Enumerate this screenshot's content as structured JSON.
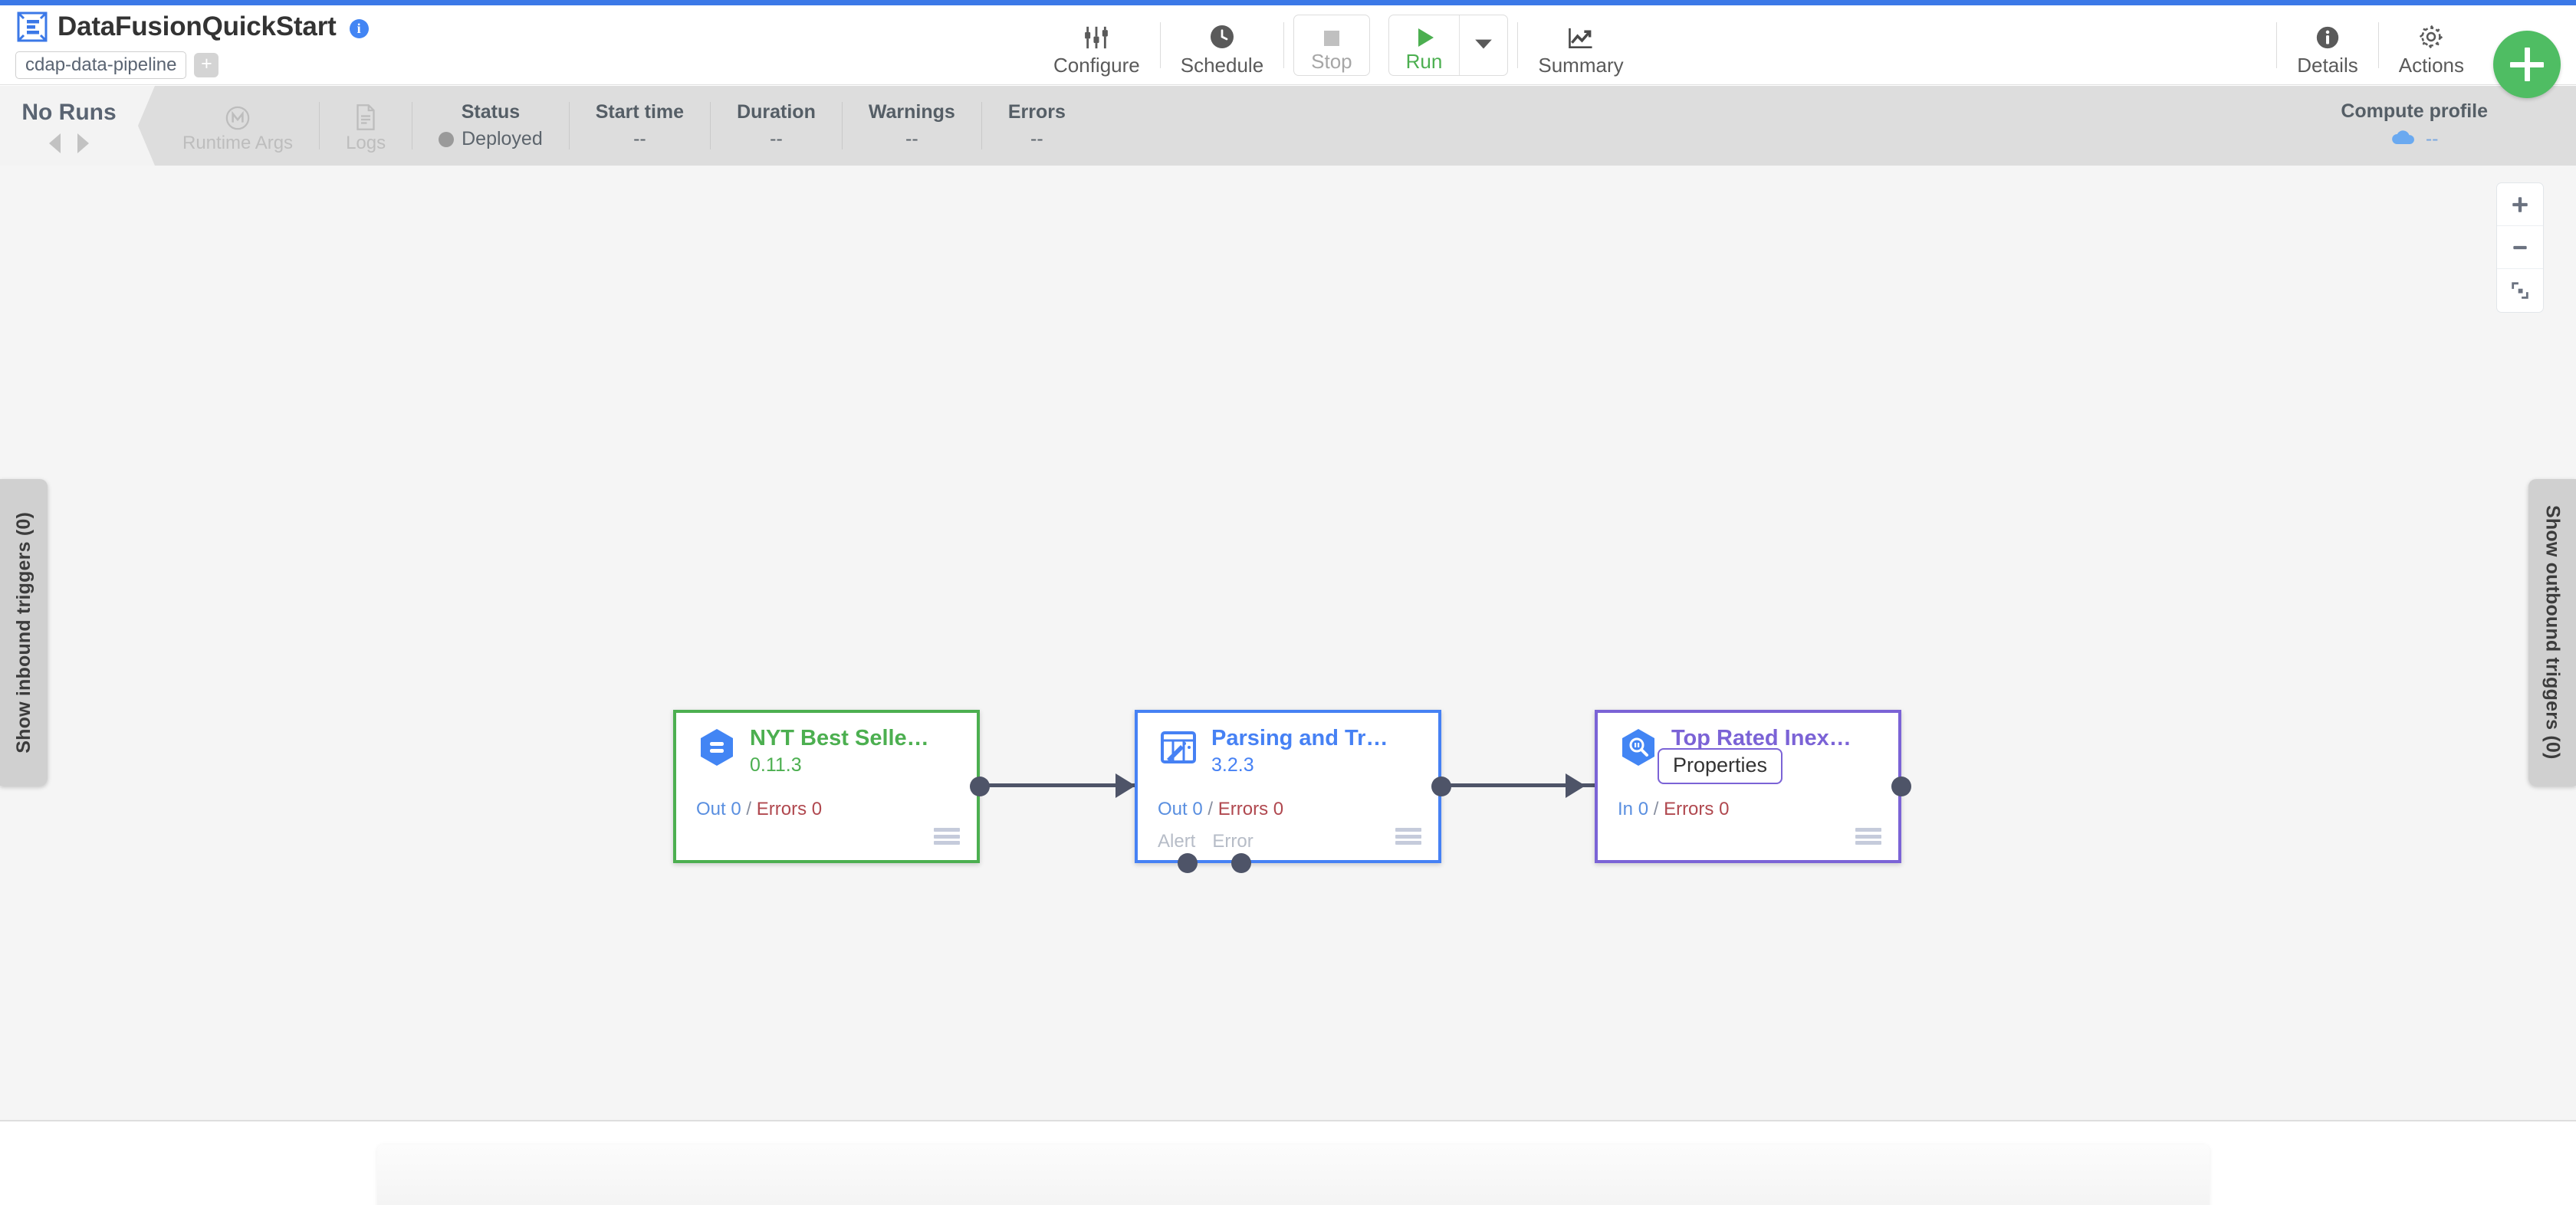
{
  "app": {
    "title": "DataFusionQuickStart",
    "pipeline_type": "cdap-data-pipeline",
    "add_tag_label": "+",
    "info_glyph": "i",
    "accent_color": "#3b78e7",
    "fab_label": "+"
  },
  "toolbar": {
    "configure": {
      "label": "Configure",
      "icon": "sliders-icon"
    },
    "schedule": {
      "label": "Schedule",
      "icon": "clock-icon"
    },
    "stop": {
      "label": "Stop",
      "icon": "stop-square-icon",
      "disabled": true
    },
    "run": {
      "label": "Run",
      "icon": "play-icon",
      "color": "#4caf50"
    },
    "run_dropdown": {
      "label": "",
      "icon": "caret-down-icon"
    },
    "summary": {
      "label": "Summary",
      "icon": "line-chart-icon"
    },
    "details": {
      "label": "Details",
      "icon": "info-circle-icon"
    },
    "actions": {
      "label": "Actions",
      "icon": "gear-icon"
    }
  },
  "statusbar": {
    "runs_title": "No Runs",
    "prev_label": "previous-run",
    "next_label": "next-run",
    "runtime_args": {
      "label": "Runtime Args",
      "icon": "macro-m-icon"
    },
    "logs": {
      "label": "Logs",
      "icon": "document-icon"
    },
    "fields": [
      {
        "header": "Status",
        "value": "Deployed",
        "has_dot": true,
        "dot_color": "#9a9a9a"
      },
      {
        "header": "Start time",
        "value": "--",
        "has_dot": false
      },
      {
        "header": "Duration",
        "value": "--",
        "has_dot": false
      },
      {
        "header": "Warnings",
        "value": "--",
        "has_dot": false
      },
      {
        "header": "Errors",
        "value": "--",
        "has_dot": false
      }
    ],
    "compute_profile": {
      "header": "Compute profile",
      "value": "--",
      "icon": "cloud-icon",
      "icon_color": "#6aa9f0"
    }
  },
  "canvas": {
    "left_tab": "Show inbound triggers (0)",
    "right_tab": "Show outbound triggers (0)",
    "zoom_in": "+",
    "zoom_out": "–",
    "fit_label": "fit-to-screen"
  },
  "pipeline": {
    "nodes": [
      {
        "name": "NYT Best Selle…",
        "version": "0.11.3",
        "icon": "bigquery-source-icon",
        "accent": "#4caf50",
        "metrics": {
          "in_label": "Out",
          "in_value": "0",
          "sep": "/",
          "err_label": "Errors",
          "err_value": "0"
        },
        "port_labels": []
      },
      {
        "name": "Parsing and Tr…",
        "version": "3.2.3",
        "icon": "wrangler-transform-icon",
        "accent": "#4681f4",
        "metrics": {
          "in_label": "Out",
          "in_value": "0",
          "sep": "/",
          "err_label": "Errors",
          "err_value": "0"
        },
        "port_labels": [
          "Alert",
          "Error"
        ]
      },
      {
        "name": "Top Rated Inex…",
        "version": "",
        "icon": "bigquery-sink-icon",
        "accent": "#7b63d6",
        "tooltip": "Properties",
        "metrics": {
          "in_label": "In",
          "in_value": "0",
          "sep": "/",
          "err_label": "Errors",
          "err_value": "0"
        },
        "port_labels": []
      }
    ]
  }
}
